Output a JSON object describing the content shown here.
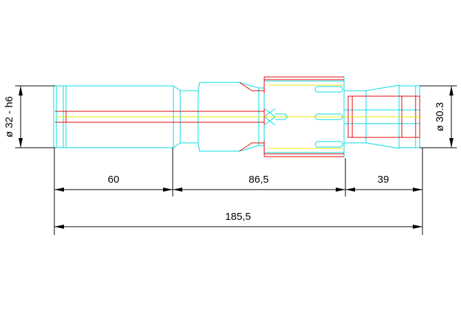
{
  "dimensions": {
    "left_diameter": "ø 32 - h6",
    "right_diameter": "ø 30.3",
    "seg1": "60",
    "seg2": "86,5",
    "seg3": "39",
    "total": "185,5"
  },
  "colors": {
    "outline": "#00d8e0",
    "detail": "#e00000",
    "axis": "#e8e800",
    "dimension": "#000000"
  }
}
